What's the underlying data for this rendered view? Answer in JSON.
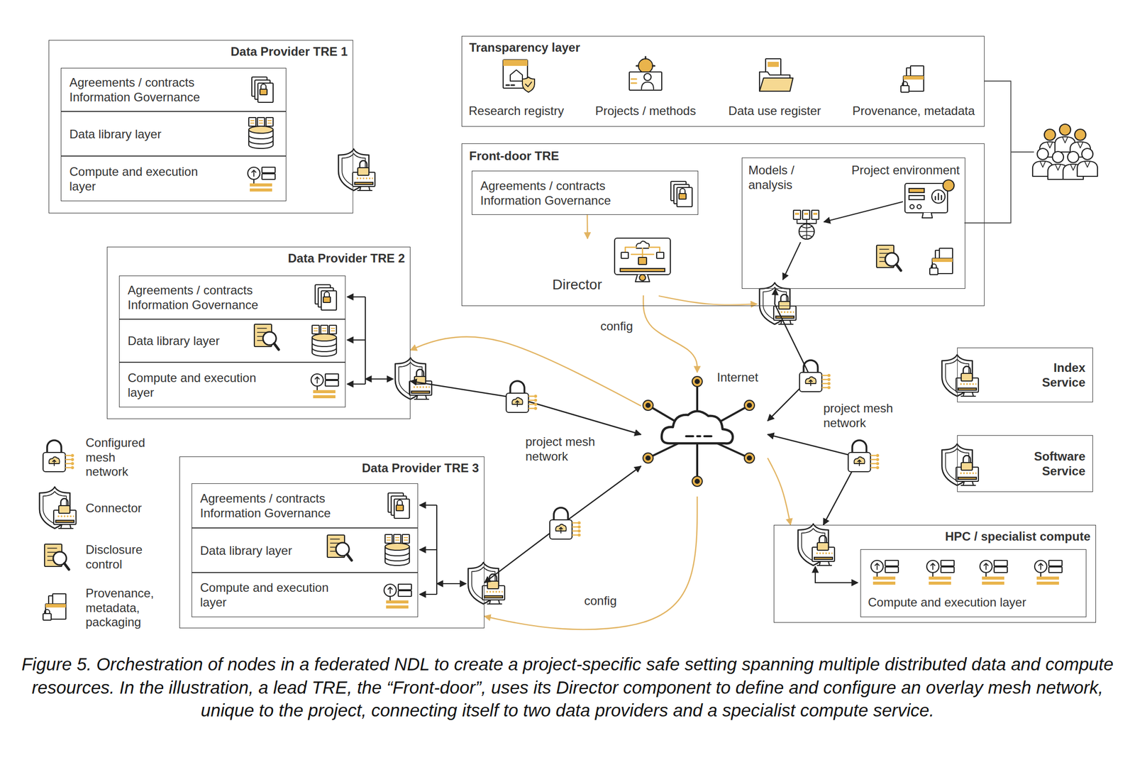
{
  "diagram": {
    "caption": "Figure 5. Orchestration of nodes in a federated NDL to create a project-specific safe setting spanning multiple distributed data and compute resources. In the illustration, a lead TRE, the “Front-door”, uses its Director component to define and configure an overlay mesh network, unique to the project, connecting itself to two data providers and a specialist compute service.",
    "nodes": [
      {
        "text": [
          "Data Provider TRE 1"
        ]
      },
      {
        "text": [
          "Agreements / contracts Information Governance"
        ],
        "in": 0
      },
      {
        "text": [
          "Data library layer"
        ],
        "in": 0
      },
      {
        "text": [
          "Compute and execution layer"
        ],
        "in": 0
      },
      {
        "text": [
          "Transparency layer"
        ]
      },
      {
        "text": [
          "Front-door TRE"
        ]
      },
      {
        "text": [
          "Agreements / contracts Information Governance"
        ],
        "in": 5
      },
      {
        "text": [
          "Models / analysis",
          "Project environment"
        ],
        "in": 5
      },
      {
        "text": [
          "Director"
        ],
        "in": 5
      },
      {
        "text": [
          "Data Provider TRE 2"
        ]
      },
      {
        "text": [
          "Agreements / contracts Information Governance"
        ],
        "in": 9
      },
      {
        "text": [
          "Data library layer"
        ],
        "in": 9
      },
      {
        "text": [
          "Compute and execution layer"
        ],
        "in": 9
      },
      {
        "text": [
          "Internet"
        ]
      },
      {
        "text": [
          "Index Service"
        ]
      },
      {
        "text": [
          "Software Service"
        ]
      },
      {
        "text": [
          "Data Provider TRE 3"
        ]
      },
      {
        "text": [
          "Agreements / contracts Information Governance"
        ],
        "in": 16
      },
      {
        "text": [
          "Data library layer"
        ],
        "in": 16
      },
      {
        "text": [
          "Compute and execution layer"
        ],
        "in": 16
      },
      {
        "text": [
          "HPC / specialist compute"
        ]
      },
      {
        "text": [
          "Compute and execution layer"
        ],
        "in": 20
      }
    ],
    "edges": [
      {
        "from": 6,
        "to": 8,
        "arrow": "to"
      },
      {
        "from": 8,
        "to": 13,
        "label": "config",
        "arrow": "to"
      },
      {
        "from": 13,
        "to": 9,
        "arrow": "to"
      },
      {
        "from": 13,
        "to": 16,
        "label": "config",
        "arrow": "to"
      },
      {
        "from": 13,
        "to": 20,
        "arrow": "to"
      },
      {
        "from": 9,
        "to": 13,
        "label": "project mesh network",
        "arrow": "both"
      },
      {
        "from": 16,
        "to": 13,
        "arrow": "both"
      },
      {
        "from": 7,
        "to": 13,
        "label": "project mesh network",
        "arrow": "both"
      },
      {
        "from": 13,
        "to": 20,
        "arrow": "both"
      }
    ],
    "labels": [
      "Research registry",
      "Projects / methods",
      "Data use register",
      "Provenance, metadata"
    ],
    "legend": [
      {
        "text": "Configured mesh network"
      },
      {
        "text": "Connector"
      },
      {
        "text": "Disclosure control"
      },
      {
        "text": "Provenance, metadata, packaging"
      }
    ]
  }
}
